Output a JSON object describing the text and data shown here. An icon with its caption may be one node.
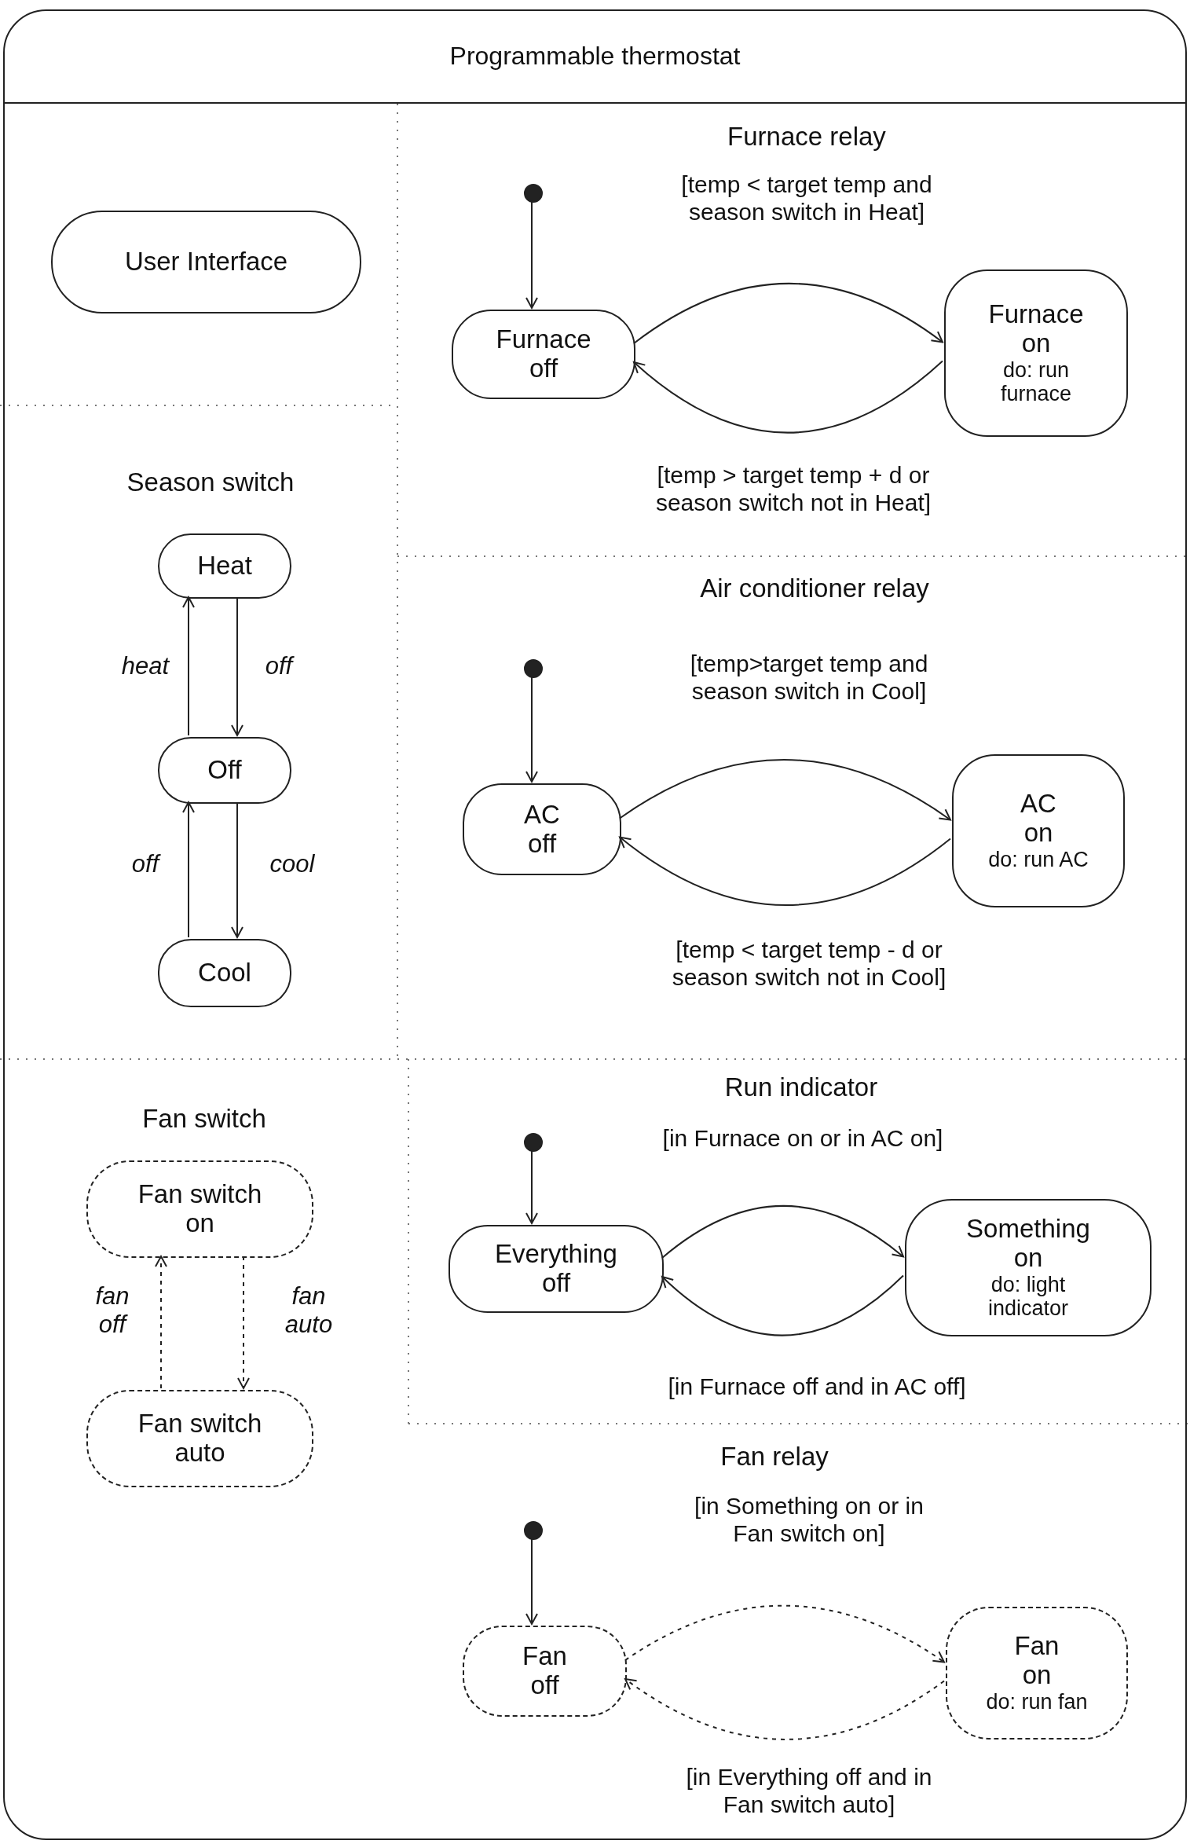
{
  "diagram": {
    "nodes": [
      {
        "text": [
          "Programmable thermostat"
        ]
      },
      {
        "text": [
          "User Interface"
        ],
        "in": 0
      },
      {
        "text": [],
        "shape": "circle",
        "in": 0
      },
      {
        "text": [
          "Furnace off"
        ],
        "in": 0
      },
      {
        "text": [
          "Furnace on",
          "do: run furnace"
        ],
        "in": 0
      },
      {
        "text": [
          "Heat"
        ],
        "in": 0
      },
      {
        "text": [
          "Off"
        ],
        "in": 0
      },
      {
        "text": [
          "Cool"
        ],
        "in": 0
      },
      {
        "text": [],
        "shape": "circle",
        "in": 0
      },
      {
        "text": [
          "AC off"
        ],
        "in": 0
      },
      {
        "text": [
          "AC on",
          "do: run AC"
        ],
        "in": 0
      },
      {
        "text": [
          "Fan switch on"
        ],
        "in": 0
      },
      {
        "text": [
          "Fan switch auto"
        ],
        "in": 0
      },
      {
        "text": [],
        "shape": "circle",
        "in": 0
      },
      {
        "text": [
          "Everything off"
        ],
        "in": 0
      },
      {
        "text": [
          "Something on",
          "do: light indicator"
        ],
        "in": 0
      },
      {
        "text": [],
        "shape": "circle",
        "in": 0
      },
      {
        "text": [
          "Fan off"
        ],
        "in": 0
      },
      {
        "text": [
          "Fan on",
          "do: run fan"
        ],
        "in": 0
      }
    ],
    "edges": [
      {
        "from": 2,
        "to": 3,
        "arrow": "to"
      },
      {
        "from": 3,
        "to": 4,
        "arrow": "to",
        "label": "[temp < target temp and season switch in Heat]"
      },
      {
        "from": 4,
        "to": 3,
        "arrow": "to",
        "label": "[temp > target temp + d or season switch not in Heat]"
      },
      {
        "from": 5,
        "to": 6,
        "arrow": "to",
        "label": "off"
      },
      {
        "from": 6,
        "to": 5,
        "arrow": "to",
        "label": "heat"
      },
      {
        "from": 6,
        "to": 7,
        "arrow": "to",
        "label": "cool"
      },
      {
        "from": 7,
        "to": 6,
        "arrow": "to",
        "label": "off"
      },
      {
        "from": 8,
        "to": 9,
        "arrow": "to"
      },
      {
        "from": 9,
        "to": 10,
        "arrow": "to",
        "label": "[temp>target temp and season switch in Cool]"
      },
      {
        "from": 10,
        "to": 9,
        "arrow": "to",
        "label": "[temp < target temp - d or season switch not in Cool]"
      },
      {
        "from": 11,
        "to": 12,
        "arrow": "to",
        "label": "fan auto",
        "style": "dashed"
      },
      {
        "from": 12,
        "to": 11,
        "arrow": "to",
        "label": "fan off",
        "style": "dashed"
      },
      {
        "from": 13,
        "to": 14,
        "arrow": "to"
      },
      {
        "from": 14,
        "to": 15,
        "arrow": "to",
        "label": "[in Furnace on or in AC on]"
      },
      {
        "from": 15,
        "to": 14,
        "arrow": "to",
        "label": "[in Furnace off and in AC off]"
      },
      {
        "from": 16,
        "to": 17,
        "arrow": "to"
      },
      {
        "from": 17,
        "to": 18,
        "arrow": "to",
        "label": "[in Something on or in Fan switch on]",
        "style": "dashed"
      },
      {
        "from": 18,
        "to": 17,
        "arrow": "to",
        "label": "[in Everything off and in Fan switch auto]",
        "style": "dashed"
      }
    ],
    "labels": [
      "Furnace relay",
      "Season switch",
      "Air conditioner relay",
      "Fan switch",
      "Run indicator",
      "Fan relay"
    ]
  }
}
